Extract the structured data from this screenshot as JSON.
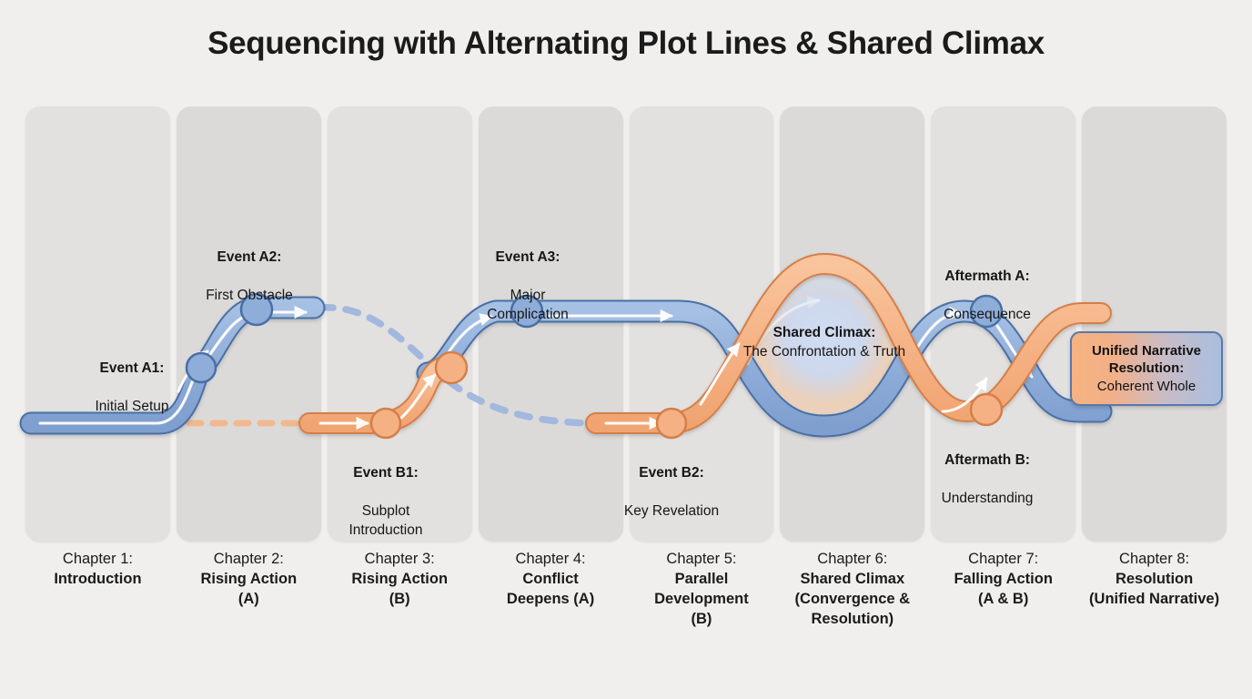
{
  "title": "Sequencing with Alternating Plot Lines & Shared Climax",
  "colors": {
    "background": "#f0efee",
    "column_light": "#e2e1e0",
    "column_dark": "#dbdad9",
    "plot_a_fill": "#8fadd9",
    "plot_a_stroke": "#4a6fa5",
    "plot_b_fill": "#f5b183",
    "plot_b_stroke": "#d47f4a",
    "text": "#161616"
  },
  "chapters": [
    {
      "number": "Chapter 1:",
      "title": "Introduction"
    },
    {
      "number": "Chapter 2:",
      "title": "Rising Action\n(A)"
    },
    {
      "number": "Chapter 3:",
      "title": "Rising Action\n(B)"
    },
    {
      "number": "Chapter 4:",
      "title": "Conflict\nDeepens (A)"
    },
    {
      "number": "Chapter 5:",
      "title": "Parallel\nDevelopment\n(B)"
    },
    {
      "number": "Chapter 6:",
      "title": "Shared Climax\n(Convergence &\nResolution)"
    },
    {
      "number": "Chapter 7:",
      "title": "Falling Action\n(A & B)"
    },
    {
      "number": "Chapter 8:",
      "title": "Resolution\n(Unified Narrative)"
    }
  ],
  "events": {
    "a1": {
      "heading": "Event A1:",
      "subtitle": "Initial Setup"
    },
    "a2": {
      "heading": "Event A2:",
      "subtitle": "First Obstacle"
    },
    "a3": {
      "heading": "Event A3:",
      "subtitle": "Major\nComplication"
    },
    "b1": {
      "heading": "Event B1:",
      "subtitle": "Subplot\nIntroduction"
    },
    "b2": {
      "heading": "Event B2:",
      "subtitle": "Key Revelation"
    },
    "aftermath_a": {
      "heading": "Aftermath A:",
      "subtitle": "Consequence"
    },
    "aftermath_b": {
      "heading": "Aftermath B:",
      "subtitle": "Understanding"
    }
  },
  "climax": {
    "heading": "Shared Climax:",
    "subtitle": "The Confrontation\n& Truth"
  },
  "resolution": {
    "heading": "Unified Narrative\nResolution:",
    "subtitle": "Coherent Whole"
  }
}
